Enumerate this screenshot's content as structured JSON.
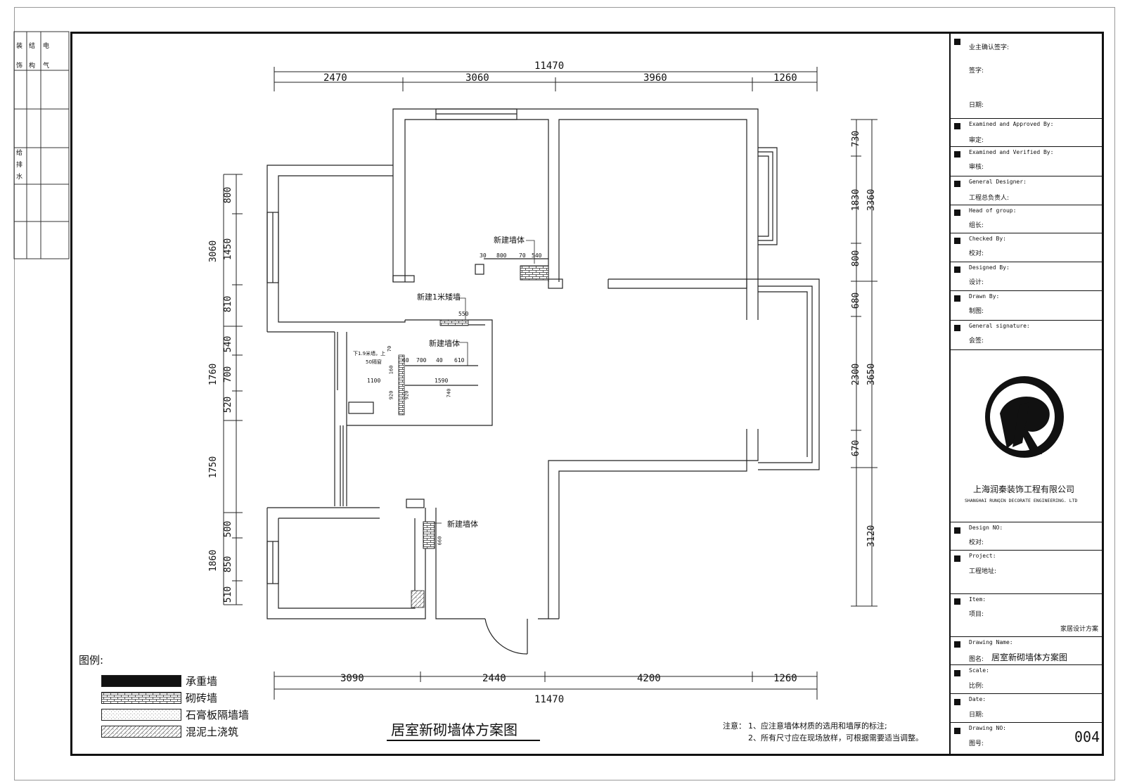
{
  "disciplines": {
    "col1": [
      "装",
      "饰"
    ],
    "col2": [
      "结",
      "构"
    ],
    "col3": [
      "电",
      "气"
    ],
    "water": [
      "给",
      "排",
      "水"
    ]
  },
  "dimensions": {
    "top_total": "11470",
    "top_segments": [
      "2470",
      "3060",
      "3960",
      "1260"
    ],
    "bottom_segments": [
      "3090",
      "2440",
      "4200",
      "1260"
    ],
    "bottom_total": "11470",
    "left_outer": [
      "3060",
      "1760",
      "1750",
      "1860"
    ],
    "left_inner": [
      "800",
      "1450",
      "810",
      "540",
      "700",
      "520",
      "500",
      "850",
      "510"
    ],
    "right_inner": [
      "730",
      "1830",
      "800",
      "680",
      "2300",
      "670"
    ],
    "right_outer": [
      "3360",
      "3650",
      "3120"
    ],
    "inner_a": [
      "30",
      "800",
      "70",
      "540"
    ],
    "inner_b": [
      "550"
    ],
    "inner_c": [
      "40",
      "700",
      "40",
      "610",
      "1100",
      "1590",
      "160",
      "70",
      "920",
      "920",
      "740",
      "660"
    ]
  },
  "annotations": {
    "new_wall_1": "新建墙体",
    "new_half_wall": "新建1米矮墙",
    "new_wall_2": "新建墙体",
    "new_wall_3": "新建墙体",
    "wall_note_1": "下1.9米墙，上",
    "wall_note_2": "50隔窗"
  },
  "legend": {
    "title": "图例:",
    "items": [
      "承重墙",
      "砌砖墙",
      "石膏板隔墙墙",
      "混泥土浇筑"
    ]
  },
  "drawing_title": "居室新砌墙体方案图",
  "notes": {
    "label": "注意：",
    "line1": "1、应注意墙体材质的选用和墙厚的标注;",
    "line2": "2、所有尺寸应在现场放样，可根据需要适当调整。"
  },
  "title_block": {
    "owner_confirm": "业主确认签字:",
    "signature": "签字:",
    "date": "日期:",
    "approved_en": "Examined and Approved By:",
    "approved_zh": "审定:",
    "verified_en": "Examined and Verified By:",
    "verified_zh": "审核:",
    "designer_en": "General Designer:",
    "designer_zh": "工程总负责人:",
    "group_en": "Head of group:",
    "group_zh": "组长:",
    "checked_en": "Checked By:",
    "checked_zh": "校对:",
    "designed_en": "Designed By:",
    "designed_zh": "设计:",
    "drawn_en": "Drawn By:",
    "drawn_zh": "制图:",
    "general_sig_en": "General signature:",
    "general_sig_zh": "会签:",
    "company_zh": "上海润秦装饰工程有限公司",
    "company_en": "SHANGHAI RUNQIN DECORATE ENGINEERING. LTD",
    "design_no_en": "Design NO:",
    "design_no_zh": "校对:",
    "project_en": "Project:",
    "project_zh": "工程地址:",
    "item_en": "Item:",
    "item_zh": "项目:",
    "item_value": "家居设计方案",
    "drawing_name_en": "Drawing Name:",
    "drawing_name_zh": "图名:",
    "drawing_name_value": "居室新砌墙体方案图",
    "scale_en": "Scale:",
    "scale_zh": "比例:",
    "date_en": "Date:",
    "date_zh": "日期:",
    "drawing_no_en": "Drawing NO:",
    "drawing_no_zh": "图号:",
    "drawing_no_value": "004"
  }
}
